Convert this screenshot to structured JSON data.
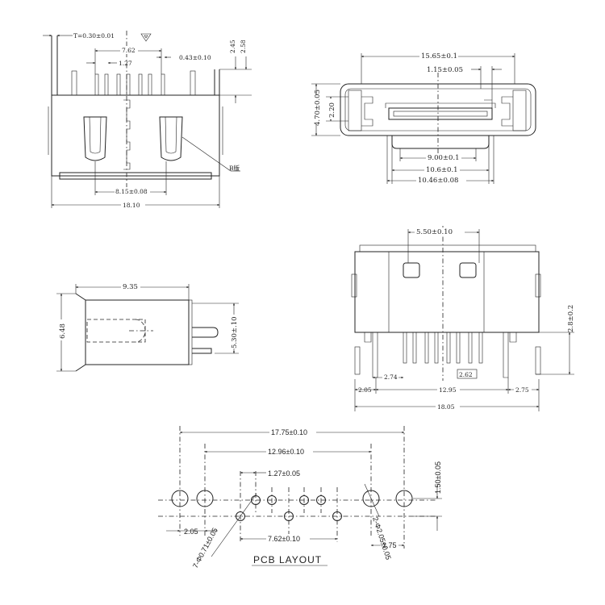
{
  "top_left_view": {
    "thickness_label": "T=0.30±0.01",
    "dim_762": "7.62",
    "dim_127": "1.27",
    "dim_043": "0.43±0.10",
    "dim_245": "2.45",
    "dim_258": "2.58",
    "dim_815": "8.15±0.08",
    "dim_1810": "18.10",
    "callout_b": "B版"
  },
  "top_right_view": {
    "dim_1565": "15.65±0.1",
    "dim_115": "1.15±0.05",
    "dim_470": "4.70±0.05",
    "dim_220": "2.20",
    "dim_900": "9.00±0.1",
    "dim_106": "10.6±0.1",
    "dim_1046": "10.46±0.08"
  },
  "side_view": {
    "dim_935": "9.35",
    "dim_648": "6.48",
    "dim_530": "5.30±.10"
  },
  "front_view": {
    "dim_550": "5.50±0.10",
    "dim_28": "2.8±0.2",
    "dim_274": "2.74",
    "dim_262": "2.62",
    "dim_205": "2.05",
    "dim_1295": "12.95",
    "dim_275": "2.75",
    "dim_1805": "18.05"
  },
  "pcb_layout": {
    "title": "PCB LAYOUT",
    "dim_1775": "17.75±0.10",
    "dim_1296": "12.96±0.10",
    "dim_127": "1.27±0.05",
    "dim_150": "1.50±0.05",
    "dim_205": "2.05",
    "dim_762": "7.62±0.10",
    "dim_275": "2.75",
    "dim_d071": "7-Φ0.71±0.05",
    "dim_d205": "2-Φ2.05±0.05"
  }
}
